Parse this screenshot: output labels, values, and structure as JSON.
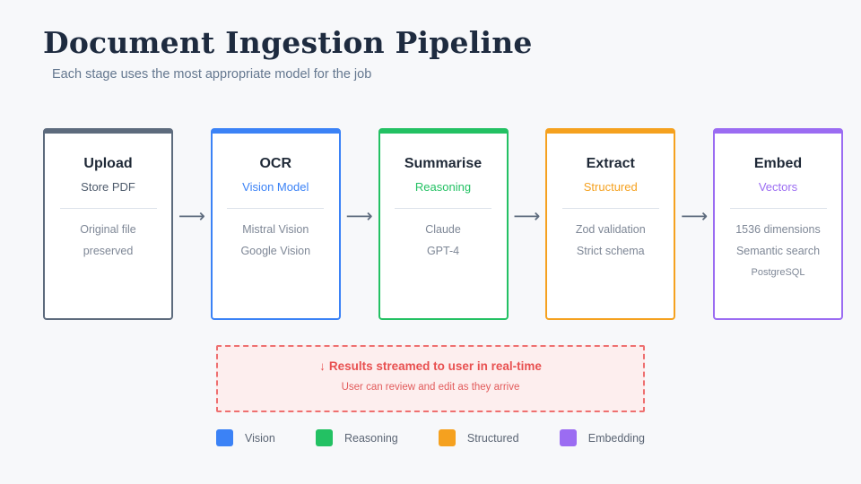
{
  "header": {
    "title": "Document Ingestion Pipeline",
    "subtitle": "Each stage uses the most appropriate model for the job"
  },
  "pipeline": {
    "arrow_glyph": "⟶",
    "stages": [
      {
        "title": "Upload",
        "subtitle": "Store PDF",
        "accent_color": "#5d6b7d",
        "subtitle_color": "#4e5b6c",
        "details": [
          "Original file",
          "preserved"
        ]
      },
      {
        "title": "OCR",
        "subtitle": "Vision Model",
        "accent_color": "#3b82f6",
        "subtitle_color": "#3b82f6",
        "details": [
          "Mistral Vision",
          "Google Vision"
        ]
      },
      {
        "title": "Summarise",
        "subtitle": "Reasoning",
        "accent_color": "#23c163",
        "subtitle_color": "#23c163",
        "details": [
          "Claude",
          "GPT-4"
        ]
      },
      {
        "title": "Extract",
        "subtitle": "Structured",
        "accent_color": "#f5a11f",
        "subtitle_color": "#f5a11f",
        "details": [
          "Zod validation",
          "Strict schema"
        ]
      },
      {
        "title": "Embed",
        "subtitle": "Vectors",
        "accent_color": "#9b6cf2",
        "subtitle_color": "#9b6cf2",
        "details": [
          "1536 dimensions",
          "Semantic search",
          "PostgreSQL"
        ]
      }
    ]
  },
  "callout": {
    "down_arrow_glyph": "↓",
    "title": "Results streamed to user in real-time",
    "subtitle": "User can review and edit as they arrive",
    "accent_color": "#e85050"
  },
  "legend": {
    "items": [
      {
        "label": "Vision",
        "color": "#3b82f6"
      },
      {
        "label": "Reasoning",
        "color": "#23c163"
      },
      {
        "label": "Structured",
        "color": "#f5a11f"
      },
      {
        "label": "Embedding",
        "color": "#9b6cf2"
      }
    ]
  }
}
